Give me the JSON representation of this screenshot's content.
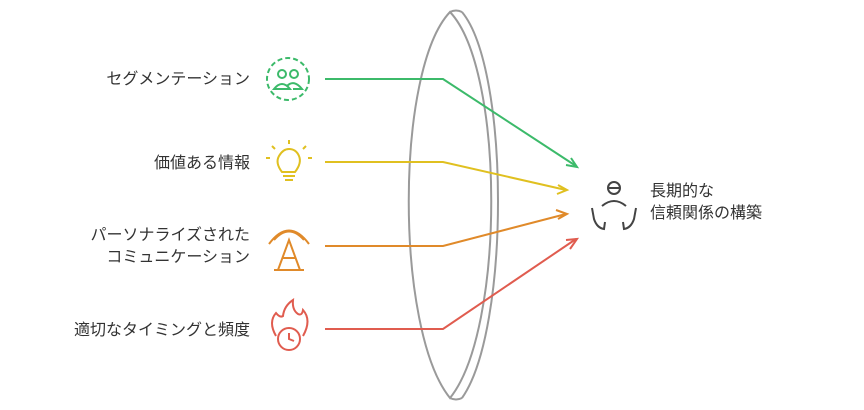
{
  "inputs": [
    {
      "label_lines": [
        "セグメンテーション"
      ],
      "icon": "people-group-icon",
      "color": "#3cba6a"
    },
    {
      "label_lines": [
        "価値ある情報"
      ],
      "icon": "lightbulb-icon",
      "color": "#e0c020"
    },
    {
      "label_lines": [
        "パーソナライズされた",
        "コミュニケーション"
      ],
      "icon": "broadcast-antenna-icon",
      "color": "#e08a2a"
    },
    {
      "label_lines": [
        "適切なタイミングと頻度"
      ],
      "icon": "fire-clock-icon",
      "color": "#e05c4f"
    }
  ],
  "output": {
    "label_lines": [
      "長期的な",
      "信頼関係の構築"
    ],
    "icon": "person-open-hands-icon",
    "color": "#444444"
  },
  "lens": {
    "color": "#9a9a9a"
  }
}
